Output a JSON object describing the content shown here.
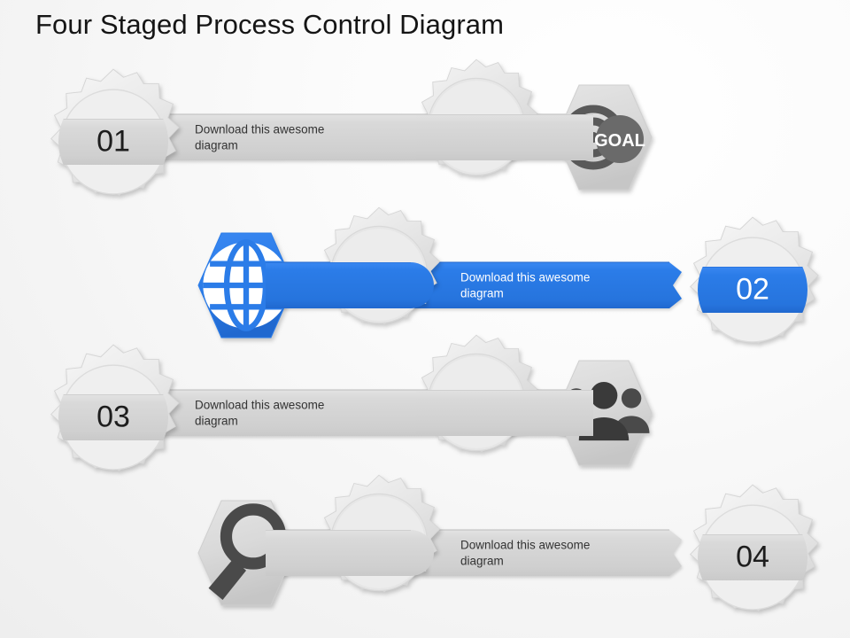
{
  "slide": {
    "title": "Four Staged Process Control Diagram",
    "background_color": "#f4f4f4",
    "accent_color": "#2b7ce8",
    "gray_color": "#d8d8d8",
    "text_color": "#333333"
  },
  "rows": [
    {
      "id": "stage-01",
      "number": "01",
      "number_position": "left",
      "body_text": "Download this awesome diagram",
      "highlighted": false,
      "icon": "goal-target-icon",
      "icon_label": "GOAL",
      "icon_position": "right",
      "fill_color": "#d8d8d8",
      "text_color": "#333333"
    },
    {
      "id": "stage-02",
      "number": "02",
      "number_position": "right",
      "body_text": "Download this awesome diagram",
      "highlighted": true,
      "icon": "globe-icon",
      "icon_label": "",
      "icon_position": "left",
      "fill_color": "#2b7ce8",
      "text_color": "#ffffff"
    },
    {
      "id": "stage-03",
      "number": "03",
      "number_position": "left",
      "body_text": "Download this awesome diagram",
      "highlighted": false,
      "icon": "people-group-icon",
      "icon_label": "",
      "icon_position": "right",
      "fill_color": "#d8d8d8",
      "text_color": "#333333"
    },
    {
      "id": "stage-04",
      "number": "04",
      "number_position": "right",
      "body_text": "Download this awesome diagram",
      "highlighted": false,
      "icon": "magnifier-icon",
      "icon_label": "",
      "icon_position": "left",
      "fill_color": "#d8d8d8",
      "text_color": "#333333"
    }
  ]
}
